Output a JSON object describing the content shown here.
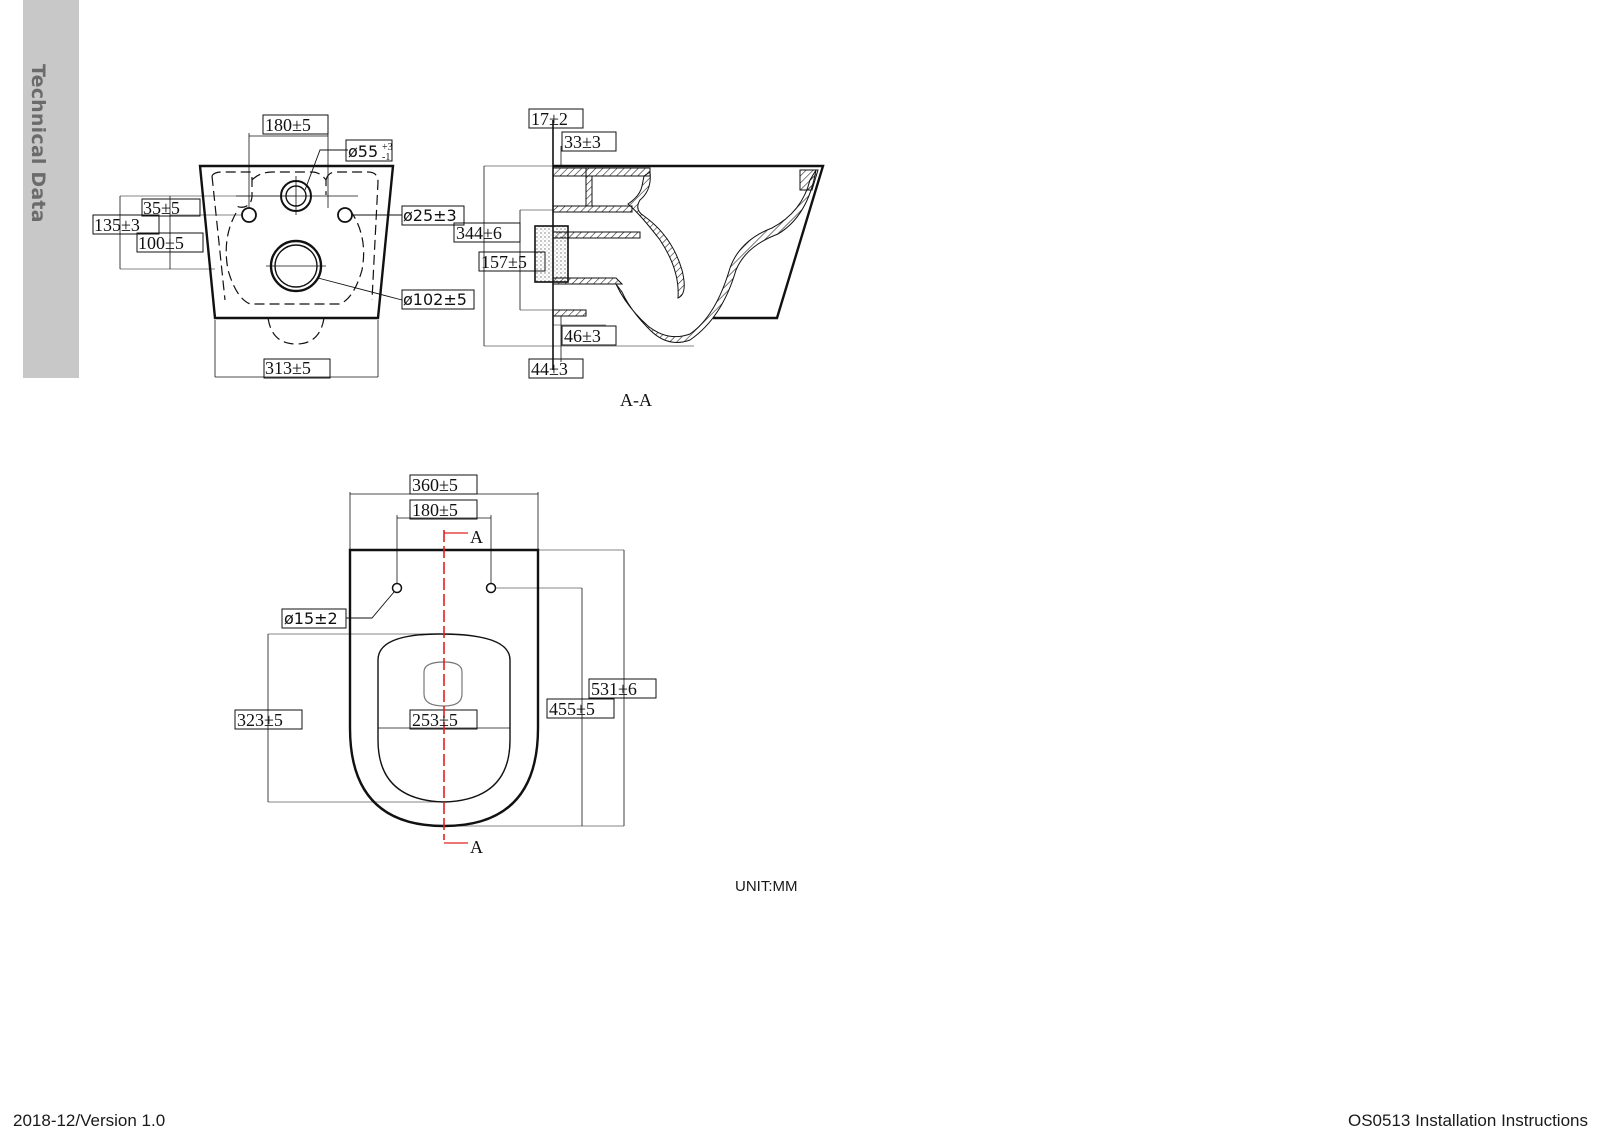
{
  "side_tab": {
    "label": "Technical Data"
  },
  "front_view": {
    "dims": {
      "top_width": "180±5",
      "inlet_dia": "ø55",
      "inlet_tol_upper": "+3",
      "inlet_tol_lower": "-1",
      "bolt_dia": "ø25±3",
      "height_35": "35±5",
      "height_135": "135±3",
      "height_100": "100±5",
      "outlet_dia": "ø102±5",
      "bottom_width": "313±5"
    }
  },
  "section_view": {
    "label": "A-A",
    "dims": {
      "d17": "17±2",
      "d33": "33±3",
      "d344": "344±6",
      "d157": "157±5",
      "d46": "46±3",
      "d44": "44±3"
    }
  },
  "top_view": {
    "section_marker": "A",
    "dims": {
      "overall_width": "360±5",
      "hole_spacing": "180±5",
      "hole_dia": "ø15±2",
      "depth_323": "323±5",
      "inner_width": "253±5",
      "depth_455": "455±5",
      "overall_length": "531±6"
    }
  },
  "unit_label": "UNIT:MM",
  "footer": {
    "version": "2018-12/Version 1.0",
    "doc_title": "OS0513  Installation Instructions"
  },
  "colors": {
    "section_line": "#e02020",
    "side_tab": "#c8c8c8"
  }
}
